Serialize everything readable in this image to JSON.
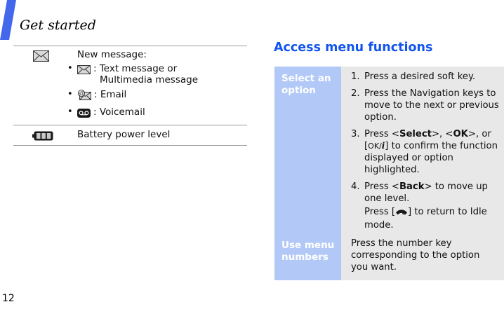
{
  "page": {
    "header": "Get started",
    "number": "12"
  },
  "colors": {
    "slash_blue": "#4468ec",
    "heading_blue": "#1155ee",
    "table_header_blue": "#b2c9f7",
    "table_body_gray": "#e8e8e8",
    "rule_gray": "#9a9a9a"
  },
  "icons": {
    "new_message": "✉",
    "text_message": "✉",
    "email": "@✉",
    "voicemail": "⊙⊙",
    "battery": "▮▮▮",
    "ok_i_key": "OK/i",
    "end_call_key": "☎"
  },
  "left_table": {
    "row1": {
      "title": "New message:",
      "bullet1": {
        "line1": ": Text message or",
        "line2": "Multimedia message"
      },
      "bullet2": ": Email",
      "bullet3": ": Voicemail"
    },
    "row2": {
      "title": "Battery power level"
    }
  },
  "right_section": {
    "heading": "Access menu functions",
    "row1": {
      "header": "Select an option",
      "steps": [
        {
          "num": "1.",
          "parts": [
            "Press a desired soft key."
          ]
        },
        {
          "num": "2.",
          "parts": [
            "Press the Navigation keys to move to the next or previous option."
          ]
        },
        {
          "num": "3.",
          "parts": [
            "Press <",
            "Select",
            ">, <",
            "OK",
            ">, or [",
            "OK/",
            "i",
            "] to confirm the function displayed or option highlighted."
          ]
        },
        {
          "num": "4.",
          "parts": [
            "Press <",
            "Back",
            "> to move up one level."
          ],
          "extra": [
            "Press [",
            "] to return to Idle mode."
          ]
        }
      ]
    },
    "row2": {
      "header": "Use menu numbers",
      "body": "Press the number key corresponding to the option you want."
    }
  }
}
